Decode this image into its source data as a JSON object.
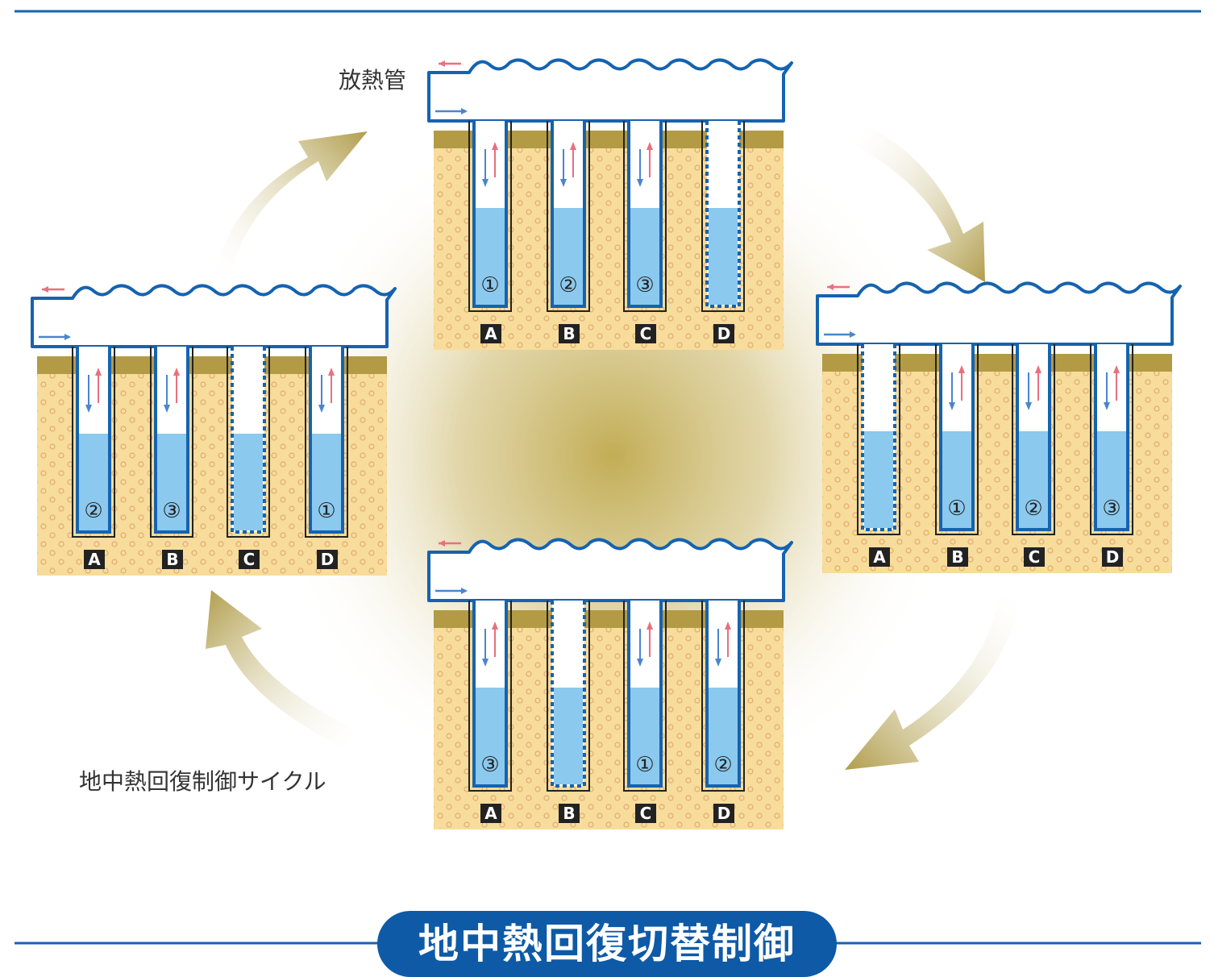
{
  "labels": {
    "pipe": "放熱管",
    "cycle": "地中熱回復制御サイクル",
    "title": "地中熱回復切替制御"
  },
  "colors": {
    "frame_blue": "#1563b0",
    "water_blue": "#8cc9ee",
    "soil": "#f8dc9b",
    "soil_top": "#b39a45",
    "arrow_gold": "#b09d4b",
    "flow_red": "#e8707f",
    "flow_blue": "#4a86cd",
    "title_bg": "#0e5aa7"
  },
  "panels": [
    {
      "id": "top",
      "wells": [
        "A",
        "B",
        "C",
        "D"
      ],
      "order": [
        "①",
        "②",
        "③",
        ""
      ],
      "inactive": "D"
    },
    {
      "id": "right",
      "wells": [
        "A",
        "B",
        "C",
        "D"
      ],
      "order": [
        "",
        "①",
        "②",
        "③"
      ],
      "inactive": "A"
    },
    {
      "id": "bottom",
      "wells": [
        "A",
        "B",
        "C",
        "D"
      ],
      "order": [
        "③",
        "",
        "①",
        "②"
      ],
      "inactive": "B"
    },
    {
      "id": "left",
      "wells": [
        "A",
        "B",
        "C",
        "D"
      ],
      "order": [
        "②",
        "③",
        "",
        "①"
      ],
      "inactive": "C"
    }
  ]
}
